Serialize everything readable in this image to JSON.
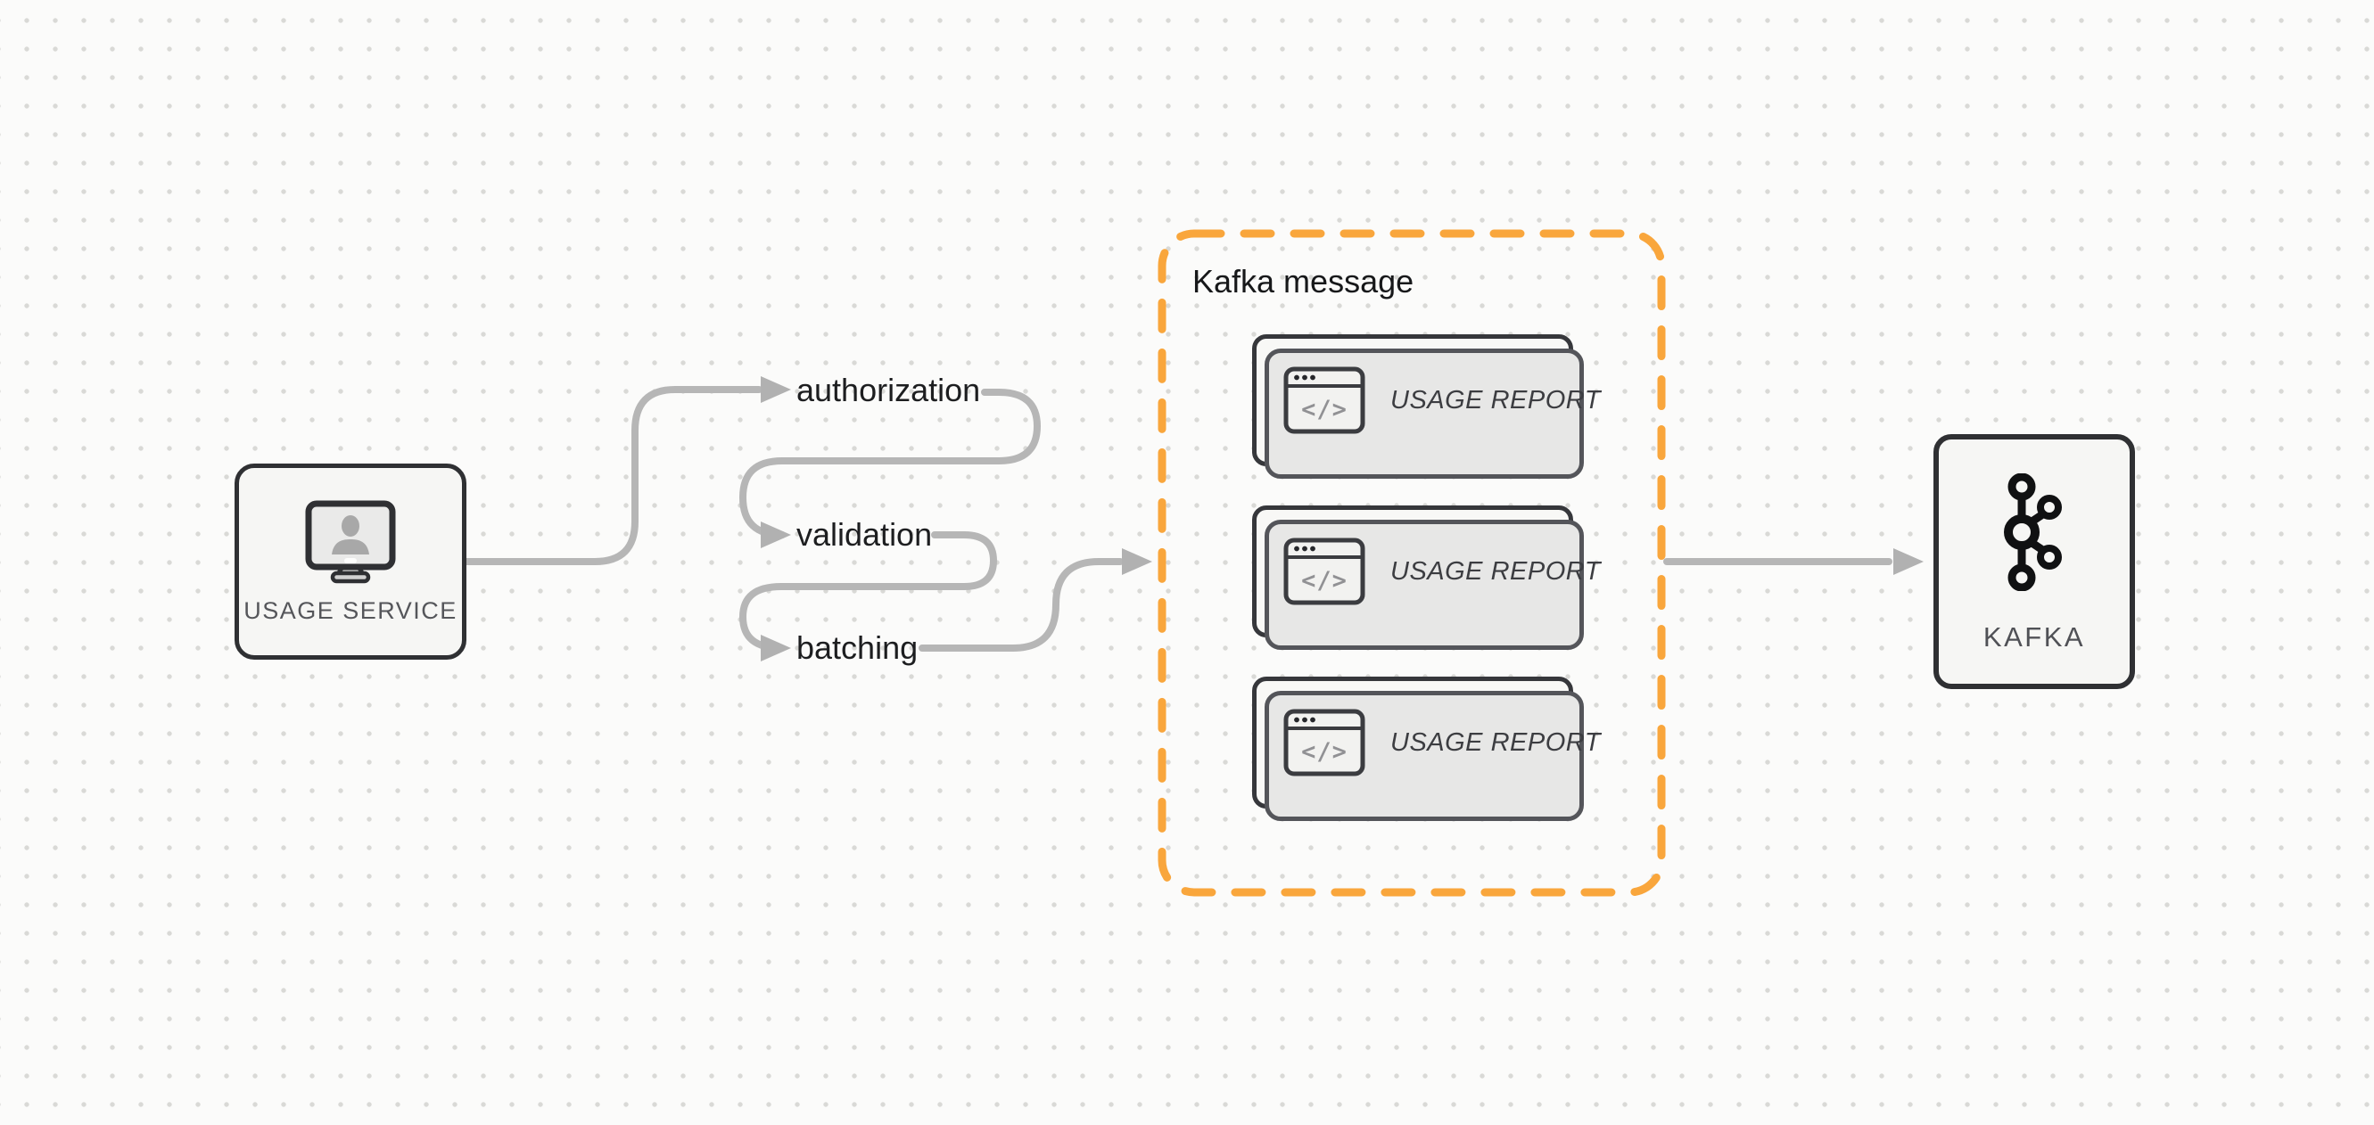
{
  "diagram": {
    "background_color": "#fbfbfa",
    "dot_grid_color": "#d9d9d6",
    "connector_color": "#b6b6b6",
    "accent_orange": "#f9a63c",
    "node_border_color": "#2f3033",
    "node_fill_color": "#f6f6f4"
  },
  "usage_service": {
    "label": "USAGE SERVICE",
    "icon": "user-monitor-icon"
  },
  "pipeline": {
    "steps": [
      {
        "label": "authorization"
      },
      {
        "label": "validation"
      },
      {
        "label": "batching"
      }
    ]
  },
  "kafka_message_group": {
    "title": "Kafka message",
    "code_glyph": "</>",
    "cards": [
      {
        "label": "USAGE REPORT"
      },
      {
        "label": "USAGE REPORT"
      },
      {
        "label": "USAGE REPORT"
      }
    ]
  },
  "kafka": {
    "label": "KAFKA",
    "icon": "kafka-logo-icon"
  }
}
